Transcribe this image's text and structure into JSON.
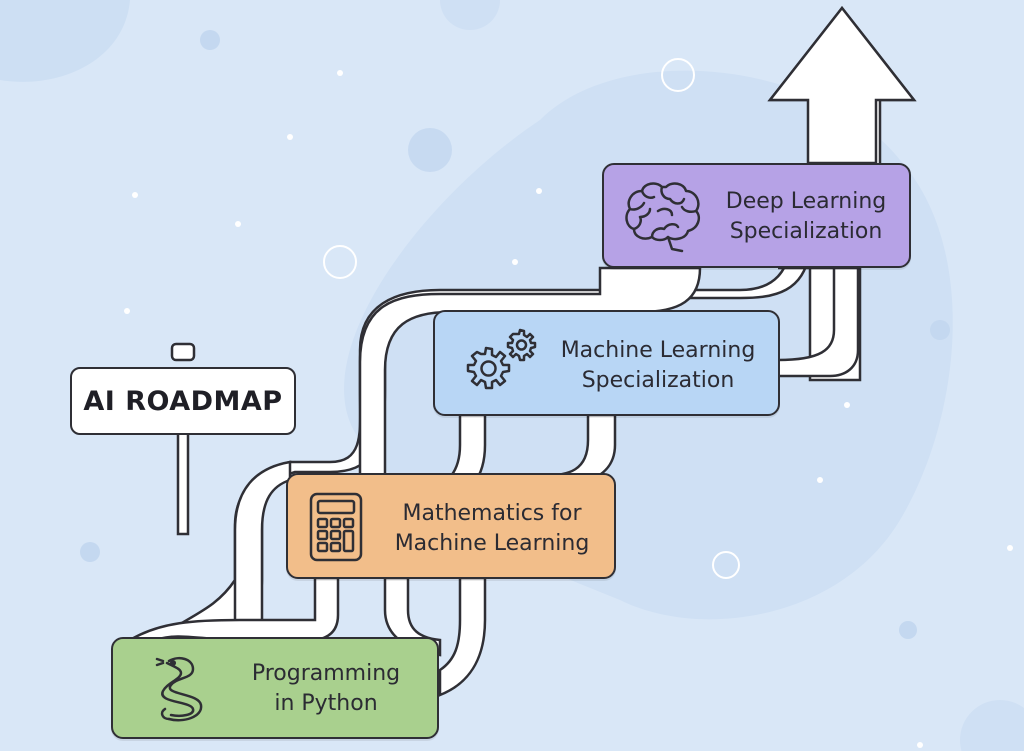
{
  "sign": {
    "text": "AI ROADMAP"
  },
  "steps": [
    {
      "line1": "Programming",
      "line2": "in Python",
      "icon": "snake-icon",
      "color": "#a9d08e"
    },
    {
      "line1": "Mathematics for",
      "line2": "Machine Learning",
      "icon": "calculator-icon",
      "color": "#f2be8a"
    },
    {
      "line1": "Machine Learning",
      "line2": "Specialization",
      "icon": "gears-icon",
      "color": "#b8d6f5"
    },
    {
      "line1": "Deep Learning",
      "line2": "Specialization",
      "icon": "brain-icon",
      "color": "#b6a2e6"
    }
  ],
  "colors": {
    "background": "#d9e7f7",
    "road": "#ffffff",
    "outline": "#2f2f35"
  }
}
